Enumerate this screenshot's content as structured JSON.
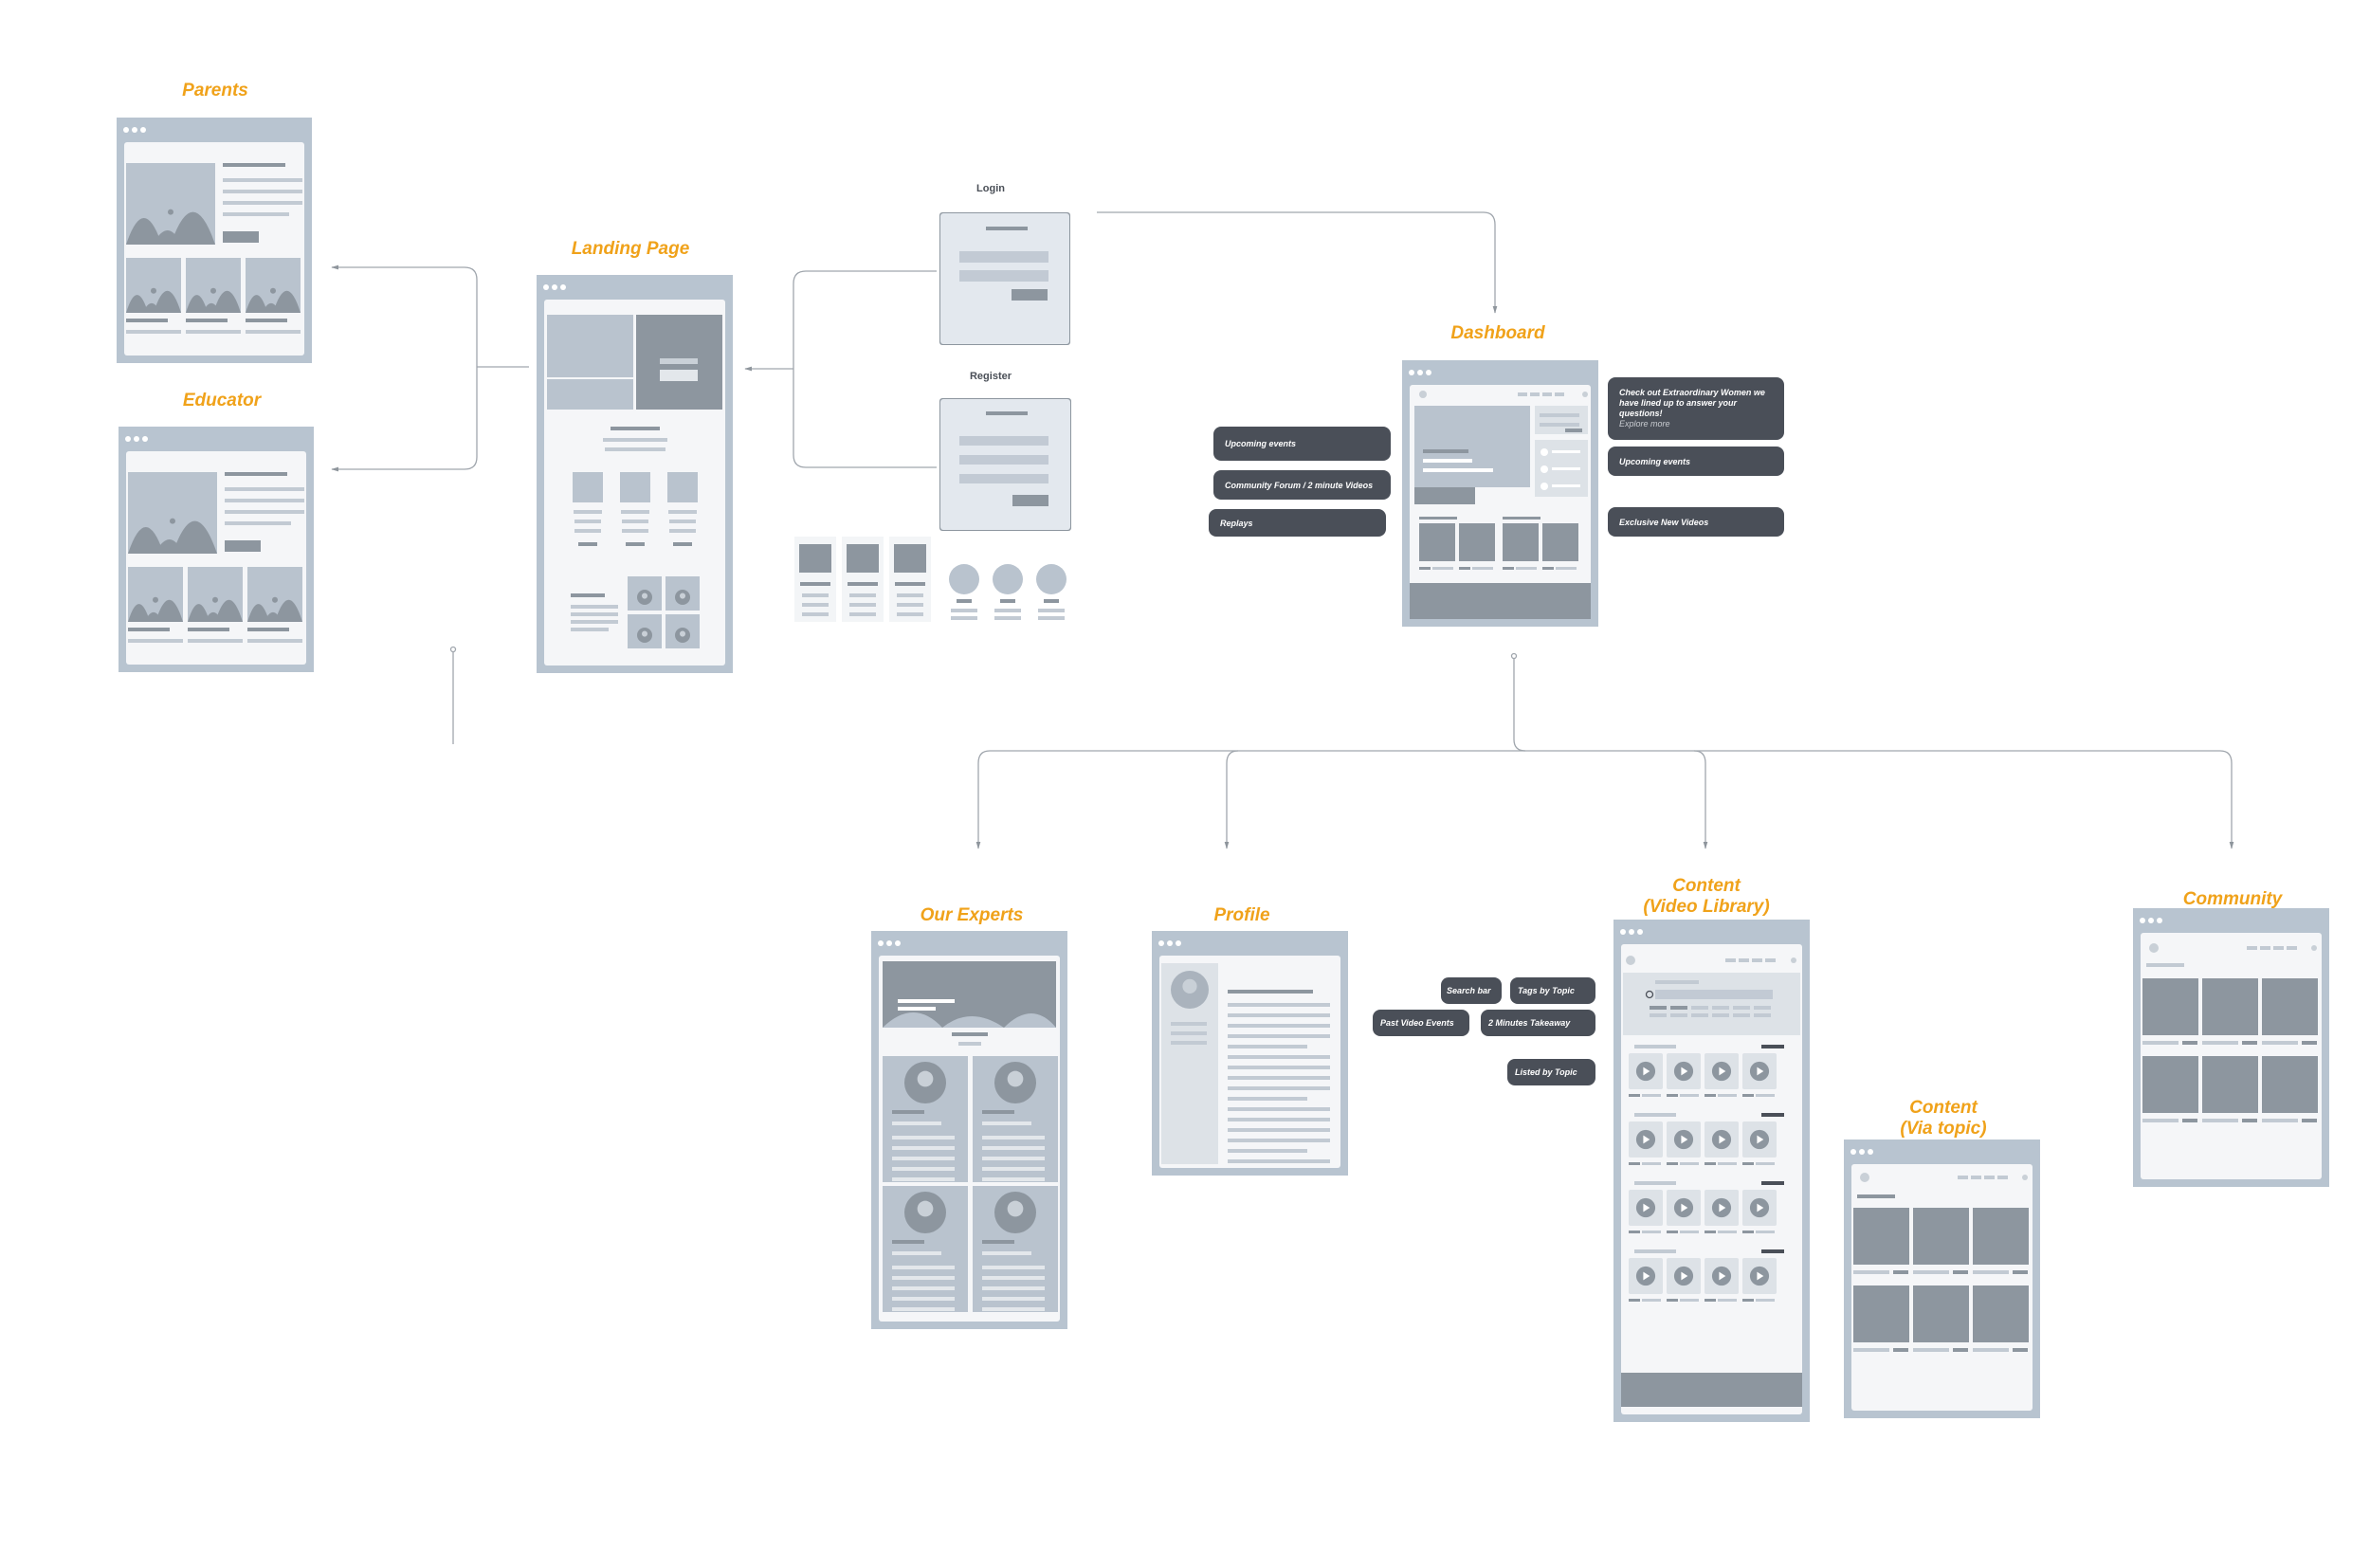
{
  "screens": {
    "parents": "Parents",
    "educator": "Educator",
    "landing": "Landing Page",
    "dashboard": "Dashboard",
    "experts": "Our Experts",
    "profile": "Profile",
    "content_library_line1": "Content",
    "content_library_line2": "(Video Library)",
    "content_topic_line1": "Content",
    "content_topic_line2": "(Via topic)",
    "community": "Community"
  },
  "modals": {
    "login": "Login",
    "register": "Register"
  },
  "dashboard_callouts": {
    "upcoming_left": "Upcoming events",
    "forum": "Community Forum /  2 minute Videos",
    "replays": "Replays",
    "extraordinary_text": "Check out Extraordinary Women we have lined up to answer your questions!",
    "extraordinary_link": "Explore more",
    "upcoming_right": "Upcoming events",
    "exclusive": "Exclusive New Videos"
  },
  "library_callouts": {
    "search": "Search bar",
    "tags": "Tags by Topic",
    "past": "Past Video Events",
    "takeaway": "2 Minutes Takeaway",
    "listed": "Listed by Topic"
  },
  "colors": {
    "title_orange": "#f0a21a",
    "frame_border": "#b8c4d0",
    "placeholder_dark": "#8d969f",
    "placeholder_light": "#b9c3ce",
    "callout_bg": "#4a4f58",
    "connector": "#a0a6ad"
  }
}
